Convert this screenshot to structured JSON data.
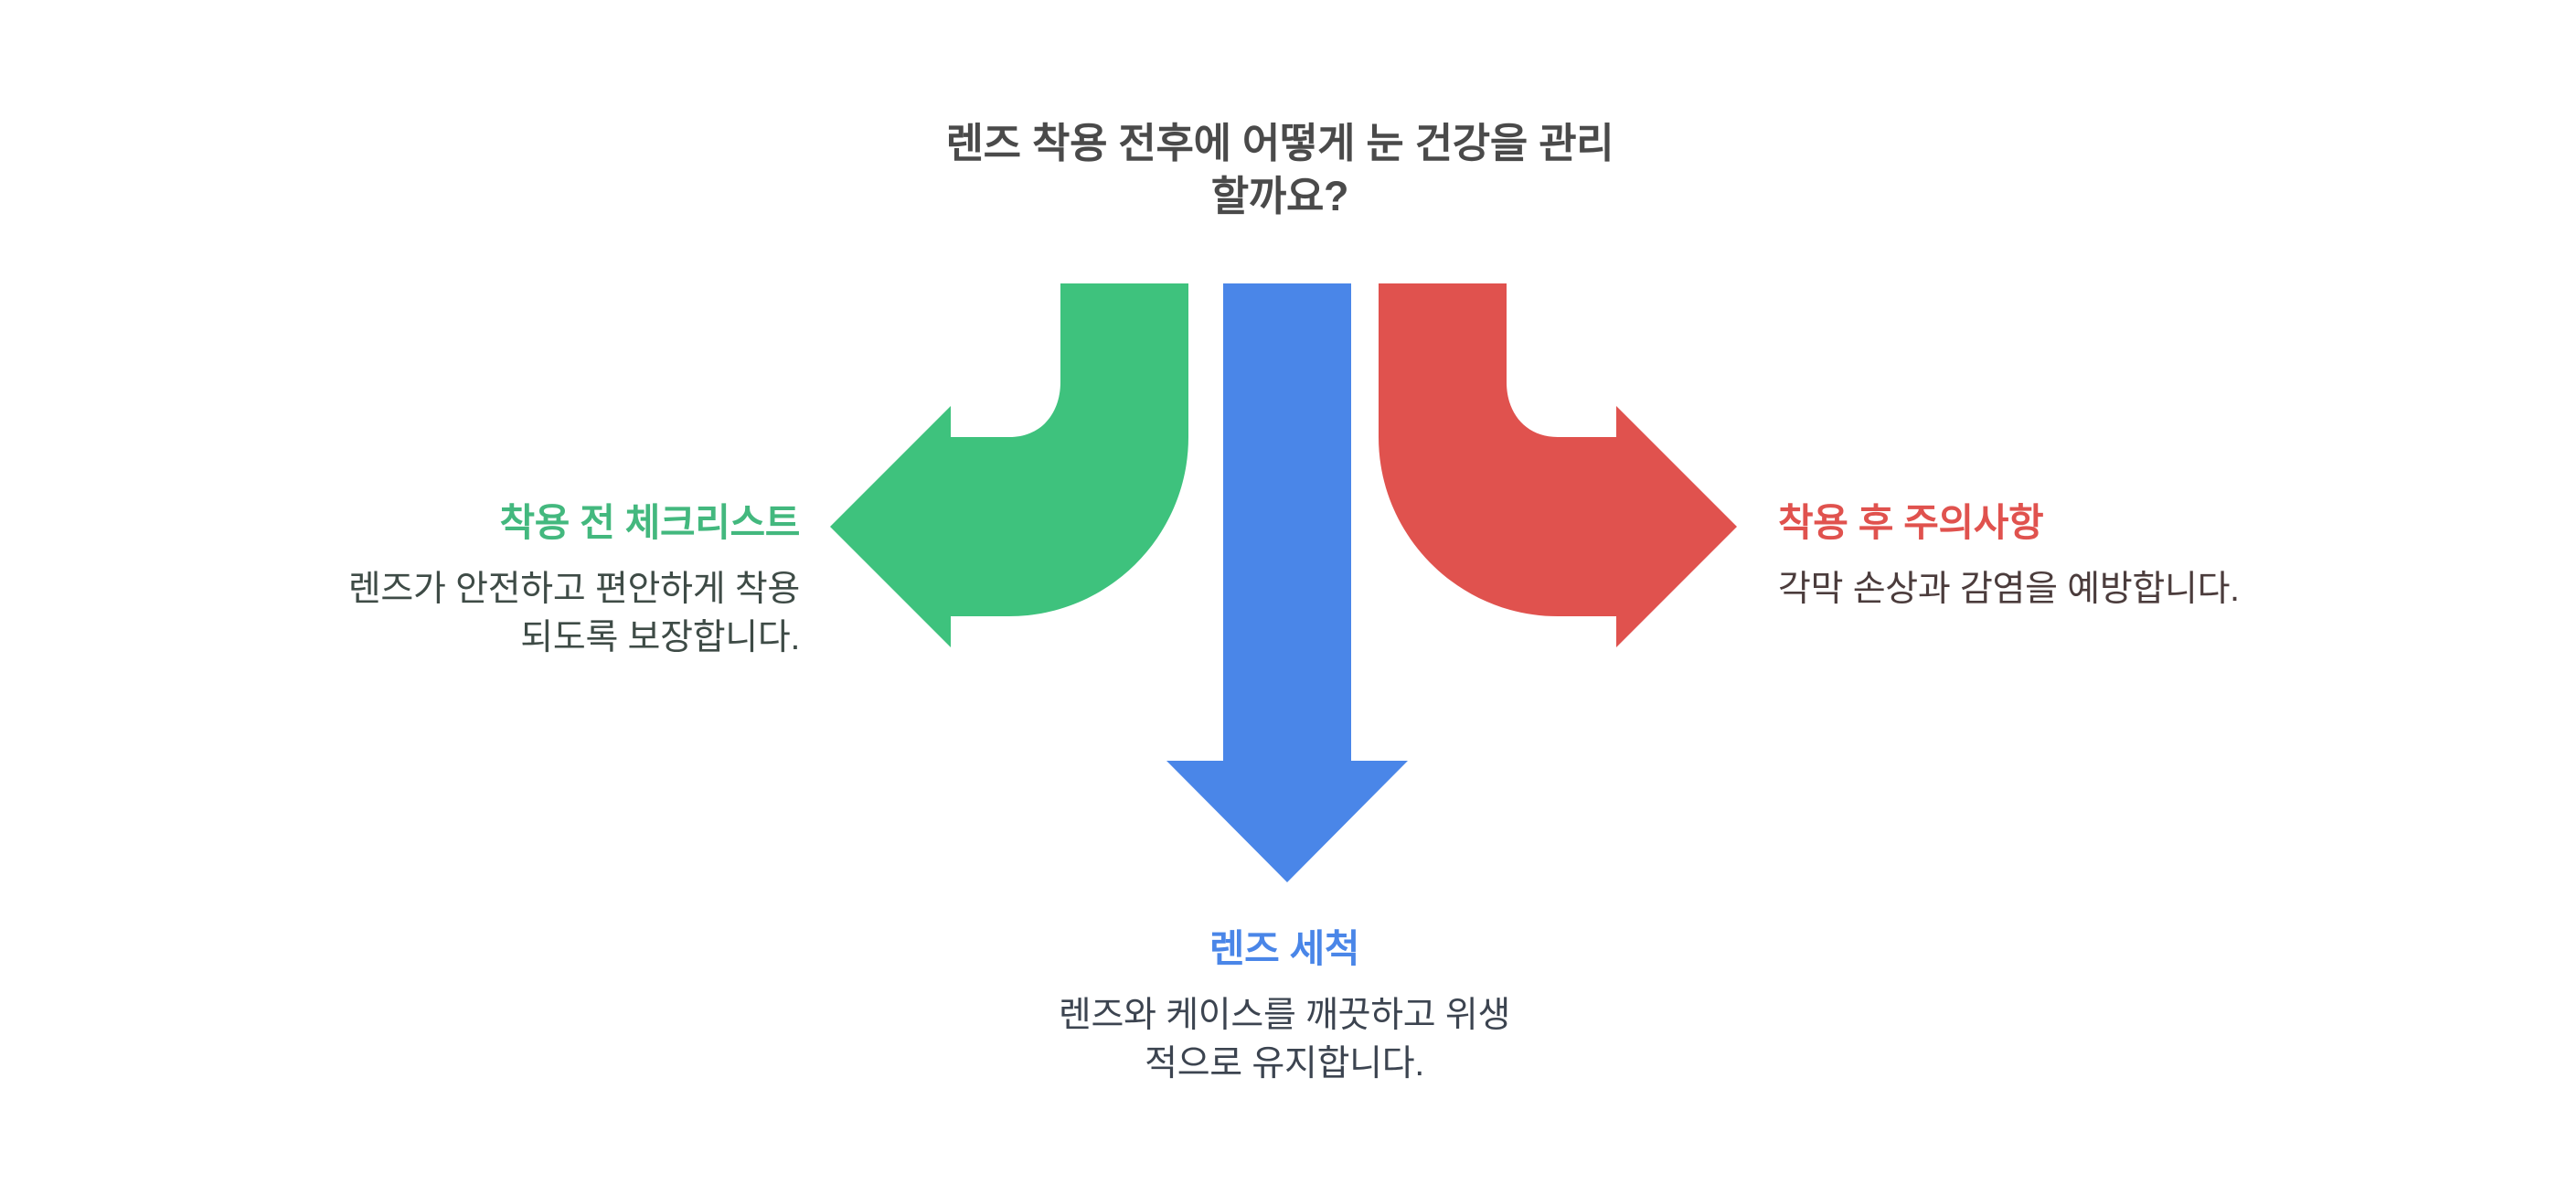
{
  "diagram": {
    "title": "렌즈 착용 전후에 어떻게 눈 건강을 관리\n할까요?",
    "title_color": "#4a4a4a",
    "background_color": "#ffffff",
    "branches": [
      {
        "id": "left",
        "heading": "착용 전 체크리스트",
        "body": "렌즈가 안전하고 편안하게 착용\n되도록 보장합니다.",
        "arrow": "curved-arrow-left",
        "accent_color": "#43b87e",
        "body_color": "#3e4b46"
      },
      {
        "id": "bottom",
        "heading": "렌즈 세척",
        "body": "렌즈와 케이스를 깨끗하고 위생\n적으로 유지합니다.",
        "arrow": "arrow-down",
        "accent_color": "#4a86e8",
        "body_color": "#3c4450"
      },
      {
        "id": "right",
        "heading": "착용 후 주의사항",
        "body": "각막 손상과 감염을 예방합니다.",
        "arrow": "curved-arrow-right",
        "accent_color": "#e0524e",
        "body_color": "#4b3c3c"
      }
    ]
  }
}
